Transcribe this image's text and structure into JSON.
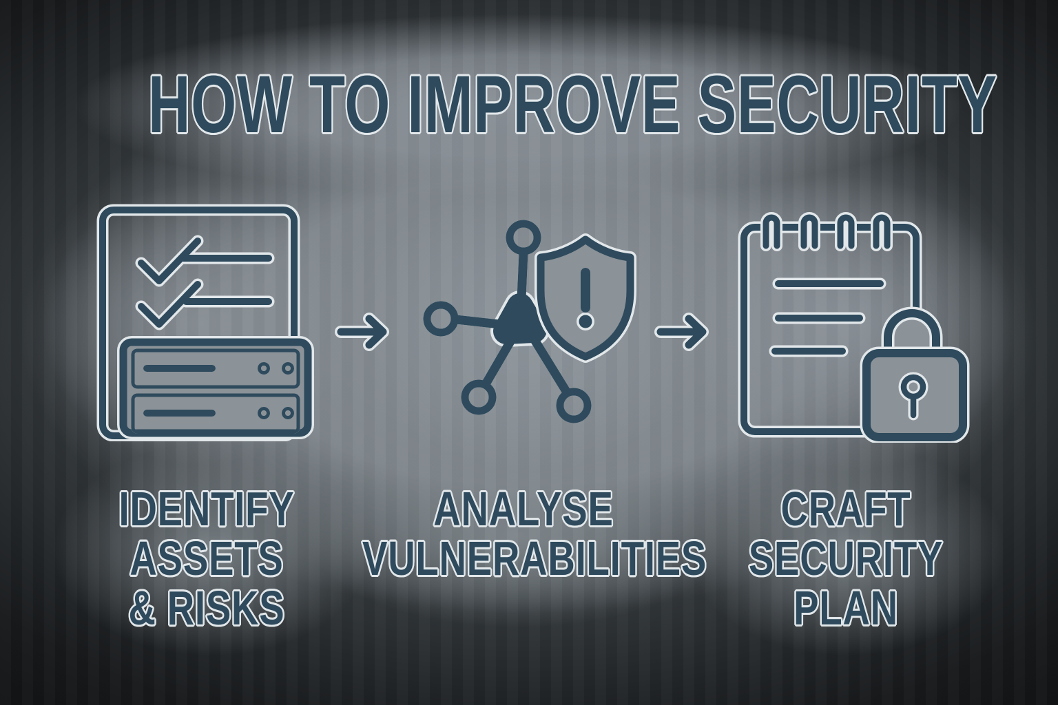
{
  "title": "HOW TO IMPROVE SECURITY",
  "steps": [
    {
      "id": 1,
      "icon": "checklist-server-icon",
      "icon_description": "checklist document overlapping a two-bay server rack",
      "label_lines": [
        "IDENTIFY",
        "ASSETS",
        "& RISKS"
      ]
    },
    {
      "id": 2,
      "icon": "network-shield-alert-icon",
      "icon_description": "network nodes with shield containing exclamation mark",
      "label_lines": [
        "ANALYSE",
        "VULNERABILITIES"
      ]
    },
    {
      "id": 3,
      "icon": "notepad-padlock-icon",
      "icon_description": "spiral notepad with padlock",
      "label_lines": [
        "CRAFT",
        "SECURITY",
        "PLAN"
      ]
    }
  ],
  "connectors": [
    {
      "between": [
        1,
        2
      ],
      "icon": "arrow-right-icon",
      "glyph": "→"
    },
    {
      "between": [
        2,
        3
      ],
      "icon": "arrow-right-icon",
      "glyph": "→"
    }
  ],
  "palette": {
    "ink": "#2e4a5c",
    "outline_light": "#e2e7ea",
    "background_light_gray": "#8b9298",
    "background_dark": "#131517"
  }
}
